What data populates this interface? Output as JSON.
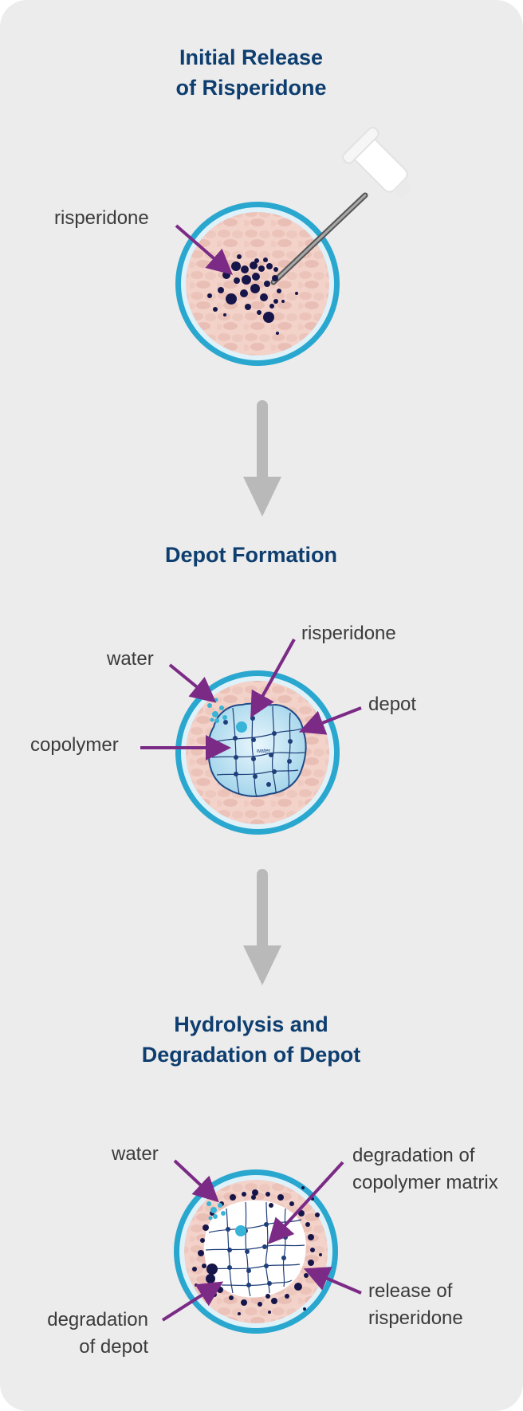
{
  "sections": [
    {
      "title_line1": "Initial Release",
      "title_line2": "of Risperidone",
      "labels": {
        "risperidone": "risperidone"
      }
    },
    {
      "title_line1": "Depot Formation",
      "labels": {
        "water": "water",
        "risperidone": "risperidone",
        "depot": "depot",
        "copolymer": "copolymer",
        "inner_water": "water"
      }
    },
    {
      "title_line1": "Hydrolysis and",
      "title_line2": "Degradation of Depot",
      "labels": {
        "water": "water",
        "degradation_matrix_line1": "degradation of",
        "degradation_matrix_line2": "copolymer matrix",
        "release_line1": "release of",
        "release_line2": "risperidone",
        "degradation_depot_line1": "degradation",
        "degradation_depot_line2": "of depot"
      }
    }
  ],
  "colors": {
    "background": "#ececec",
    "heading": "#0e3e6f",
    "label_text": "#3b3b3b",
    "pointer_arrow": "#7b2a86",
    "flow_arrow": "#b9b9b9",
    "cell_ring": "#2aa7cf",
    "tissue": "#f2cfc7",
    "depot": "#bfe3f2",
    "drug_particle": "#15154a",
    "water_droplet": "#37b4d6"
  },
  "icons": [
    "syringe-icon",
    "down-arrow-icon"
  ]
}
